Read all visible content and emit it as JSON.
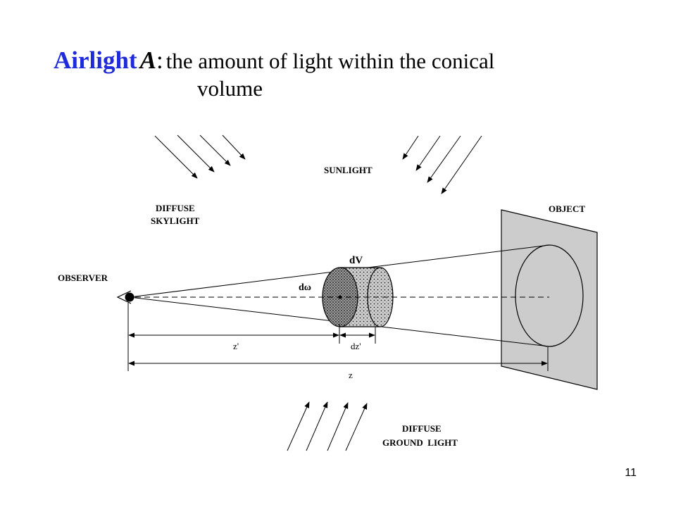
{
  "title": {
    "keyword": "Airlight",
    "variable": "A",
    "colon": ":",
    "description_line1": "the amount of light within the conical",
    "description_line2": "volume"
  },
  "diagram": {
    "labels": {
      "sunlight": "SUNLIGHT",
      "diffuse_skylight_1": "DIFFUSE",
      "diffuse_skylight_2": "SKYLIGHT",
      "object": "OBJECT",
      "observer": "OBSERVER",
      "dV": "dV",
      "d_omega": "dω",
      "z_prime": "z'",
      "dz_prime": "dz'",
      "z": "z",
      "diffuse_ground_1": "DIFFUSE",
      "diffuse_ground_2": "GROUND  LIGHT"
    }
  },
  "page_number": "11"
}
